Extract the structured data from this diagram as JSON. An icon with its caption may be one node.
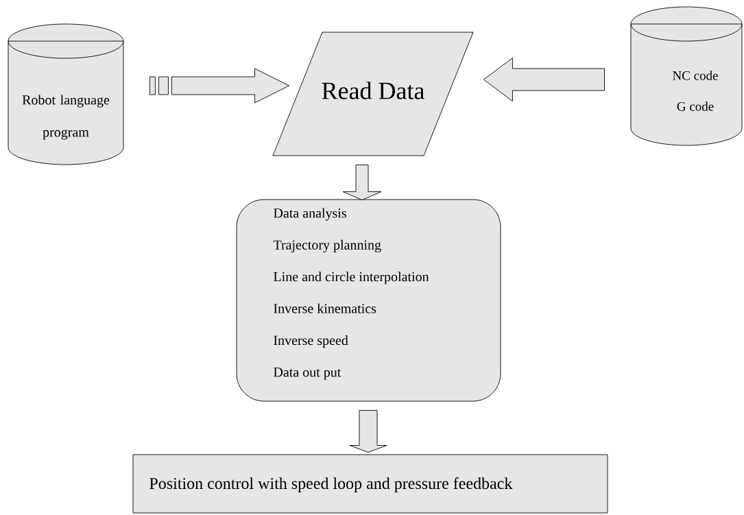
{
  "diagram": {
    "nodes": [
      {
        "text": [
          "Robot language program"
        ]
      },
      {
        "text": [
          "Read Data"
        ]
      },
      {
        "text": [
          "NC code",
          "G code"
        ]
      },
      {
        "text": [
          "Data analysis",
          "Trajectory planning",
          "Line and circle interpolation",
          "Inverse kinematics",
          "Inverse speed",
          "Data out put"
        ]
      },
      {
        "text": [
          "Position control with speed loop and pressure feedback"
        ]
      }
    ],
    "edges": [
      {
        "from": 0,
        "to": 1,
        "arrow": "to"
      },
      {
        "from": 2,
        "to": 1,
        "arrow": "to"
      },
      {
        "from": 1,
        "to": 3,
        "arrow": "to"
      },
      {
        "from": 3,
        "to": 4,
        "arrow": "to"
      }
    ]
  }
}
